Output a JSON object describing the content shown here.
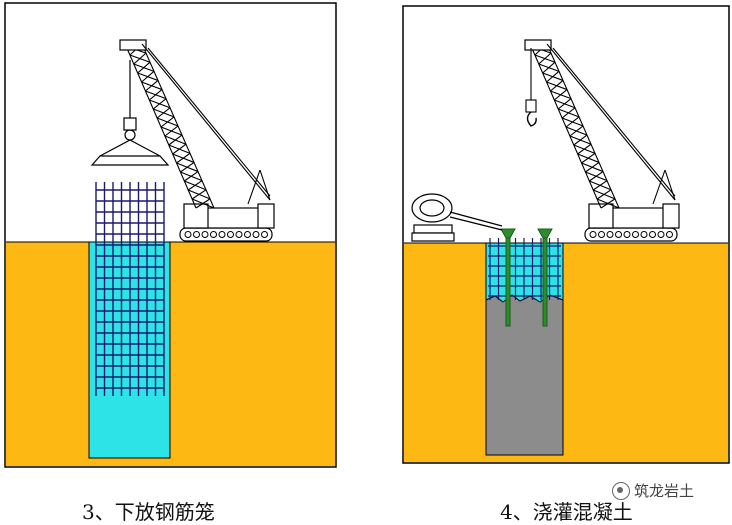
{
  "colors": {
    "soil": "#FDB813",
    "water": "#2DE3E8",
    "concrete": "#8C8C8C",
    "tremie": "#2E8B2E",
    "outline": "#000000"
  },
  "panels": [
    {
      "id": "left",
      "caption": "3、下放钢筋笼",
      "step": "lower-rebar-cage"
    },
    {
      "id": "right",
      "caption": "4、浇灌混凝土",
      "step": "pour-concrete"
    }
  ],
  "watermark": {
    "text": "筑龙岩土",
    "icon": "wechat-icon"
  }
}
